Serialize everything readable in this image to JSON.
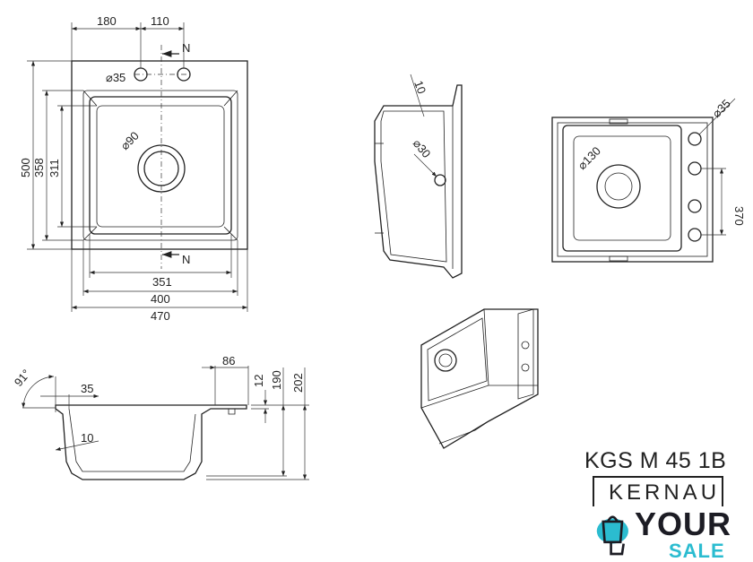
{
  "plan_view": {
    "dims": {
      "d180": "180",
      "d110": "110",
      "d500": "500",
      "d358": "358",
      "d311": "311",
      "d351": "351",
      "d400": "400",
      "d470": "470"
    },
    "tap_hole": "⌀35",
    "drain": "⌀90",
    "north_top": "N",
    "north_bottom": "N"
  },
  "side_view": {
    "wall": "10",
    "hole": "⌀30"
  },
  "underside_view": {
    "hole": "⌀35",
    "drain": "⌀130",
    "d370": "370"
  },
  "section_view": {
    "angle": "91°",
    "d35": "35",
    "d86": "86",
    "d12": "12",
    "d190": "190",
    "d202": "202",
    "wall": "10"
  },
  "product": {
    "model": "KGS M 45 1B",
    "brand": "KERNAU"
  },
  "watermark": {
    "line1": "YOUR",
    "line2": "SALE",
    "colors": {
      "dark": "#1c1c24",
      "accent": "#2bbcd0"
    }
  }
}
